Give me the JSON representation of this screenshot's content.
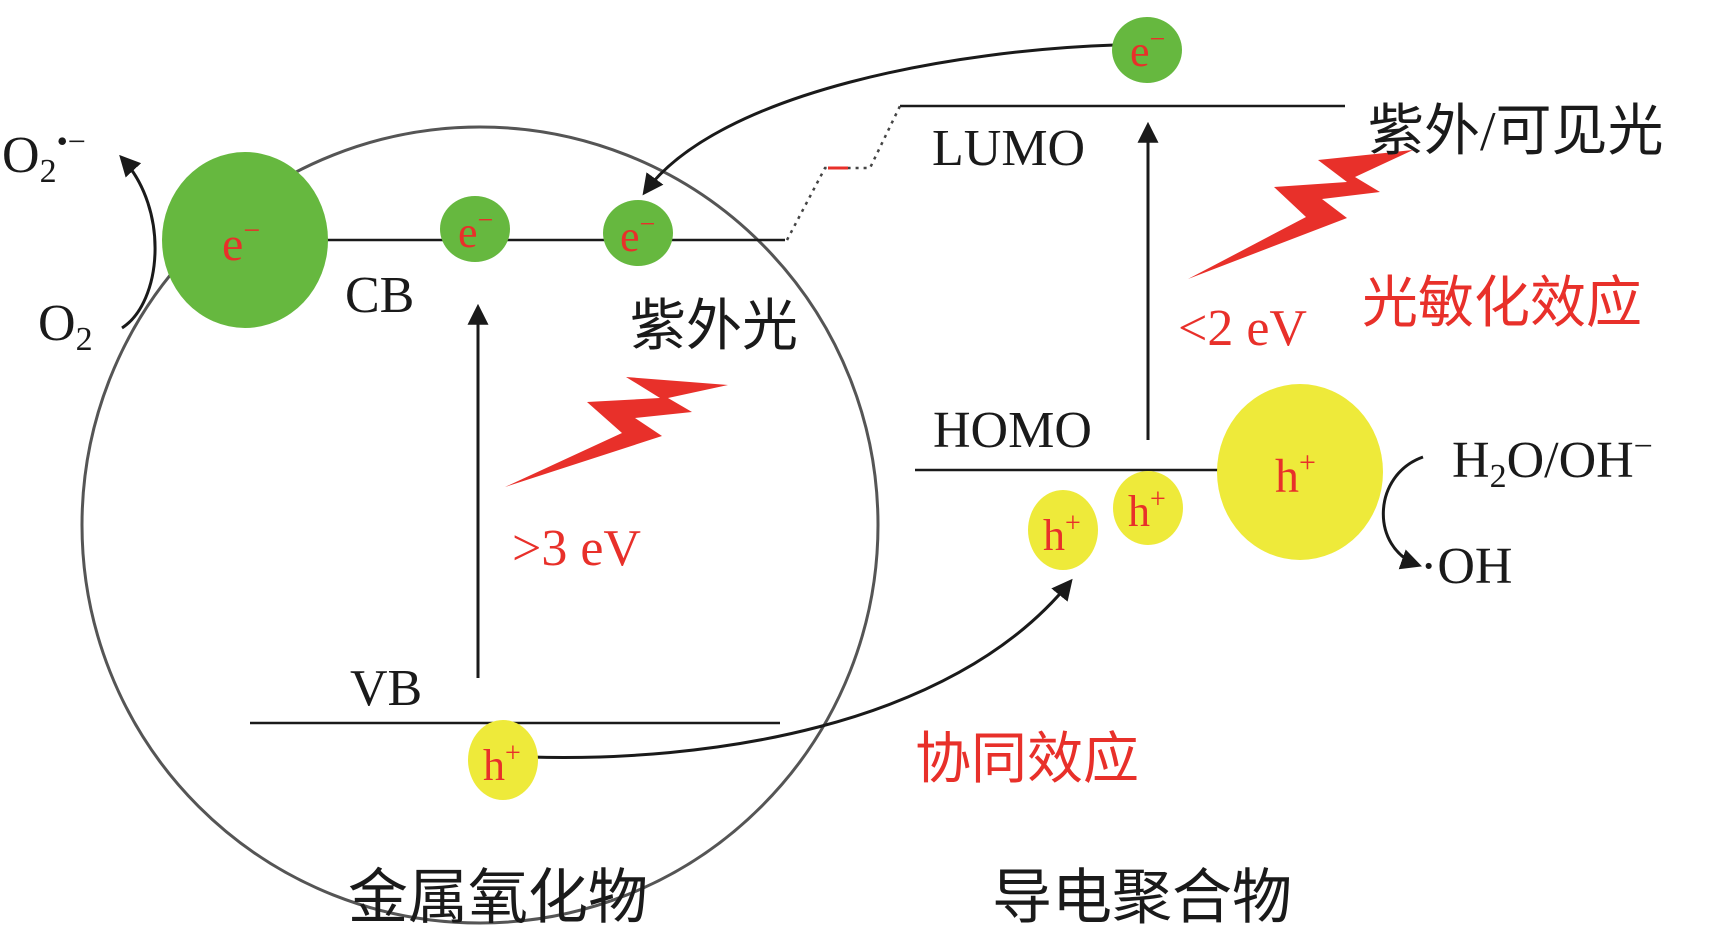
{
  "labels": {
    "cb": "CB",
    "vb": "VB",
    "lumo": "LUMO",
    "homo": "HOMO",
    "uv_light": "紫外光",
    "uv_vis_light": "紫外/可见光",
    "gap_metal_oxide": ">3 eV",
    "gap_polymer": "<2 eV",
    "photosensitization_effect": "光敏化效应",
    "synergistic_effect": "协同效应",
    "metal_oxide": "金属氧化物",
    "conducting_polymer": "导电聚合物",
    "o2": "O",
    "o2_sub": "2",
    "o2_radical": "O",
    "o2_radical_sub": "2",
    "o2_radical_sup": "•−",
    "water": "H",
    "water_sub": "2",
    "water_rest": "O/OH",
    "water_sup": "−",
    "hydroxyl_radical": "·OH"
  },
  "carriers": {
    "electron": "e",
    "electron_sup": "−",
    "hole": "h",
    "hole_sup": "+"
  },
  "colors": {
    "electron_fill": "#66b83f",
    "hole_fill": "#eeea3a",
    "accent_text": "#e8302a",
    "lightning": "#e8302a",
    "line": "#1a1a1a"
  }
}
